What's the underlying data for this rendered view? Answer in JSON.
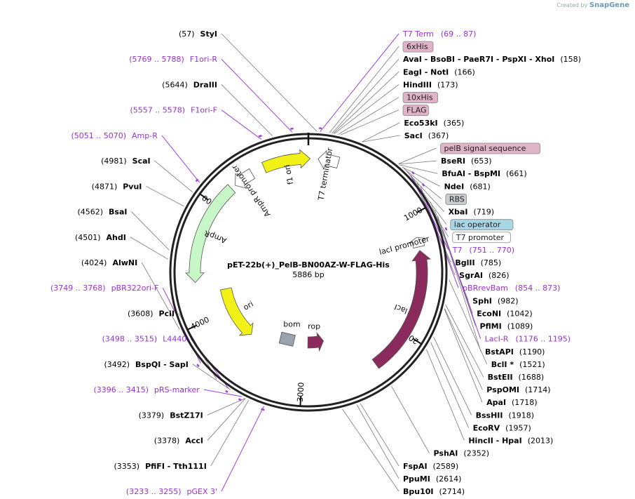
{
  "credit": {
    "prefix": "Created by",
    "brand": "SnapGene"
  },
  "plasmid": {
    "name": "pET-22b(+)_PelB-BN00AZ-W-FLAG-His",
    "size": "5886 bp",
    "length": 5886
  },
  "ticks": [
    {
      "label": "1000",
      "pos": 1000
    },
    {
      "label": "2000",
      "pos": 2000
    },
    {
      "label": "3000",
      "pos": 3000
    },
    {
      "label": "4000",
      "pos": 4000
    },
    {
      "label": "5000",
      "pos": 5000
    }
  ],
  "features": [
    {
      "name": "f1 ori",
      "start": 5510,
      "end": 5900,
      "color": "#f2f218",
      "dir": 1,
      "lane": 0
    },
    {
      "name": "AmpR promoter",
      "start": 5230,
      "end": 5400,
      "color": "#ffffff",
      "dir": -1,
      "lane": 0
    },
    {
      "name": "AmpR",
      "start": 4330,
      "end": 5190,
      "color": "#c8f8c8",
      "dir": -1,
      "lane": 0
    },
    {
      "name": "ori",
      "start": 3640,
      "end": 4230,
      "color": "#f2f218",
      "dir": -1,
      "lane": 1
    },
    {
      "name": "bom",
      "start": 3160,
      "end": 3300,
      "color": "#9aa3ad",
      "dir": 0,
      "lane": 2
    },
    {
      "name": "rop",
      "start": 2740,
      "end": 2950,
      "color": "#8b2a5c",
      "dir": -1,
      "lane": 2
    },
    {
      "name": "lacI",
      "start": 1290,
      "end": 2350,
      "color": "#8b2a5c",
      "dir": -1,
      "lane": 0
    },
    {
      "name": "lacI promoter",
      "start": 1180,
      "end": 1260,
      "color": "#ffffff",
      "dir": -1,
      "lane": 0
    },
    {
      "name": "T7 terminator",
      "start": 80,
      "end": 250,
      "color": "#ffffff",
      "dir": -1,
      "lane": 0
    }
  ],
  "primers": [
    {
      "name": "F1ori-R",
      "start": 5769,
      "end": 5788
    },
    {
      "name": "F1ori-F",
      "start": 5557,
      "end": 5578
    },
    {
      "name": "Amp-R",
      "start": 5051,
      "end": 5070
    },
    {
      "name": "T7 Term",
      "start": 69,
      "end": 87
    },
    {
      "name": "T7",
      "start": 751,
      "end": 770
    },
    {
      "name": "pBRrevBam",
      "start": 854,
      "end": 873
    },
    {
      "name": "LacI-R",
      "start": 1176,
      "end": 1195
    },
    {
      "name": "pBR322ori-F",
      "start": 3749,
      "end": 3768
    },
    {
      "name": "L4440",
      "start": 3498,
      "end": 3515
    },
    {
      "name": "pRS-marker",
      "start": 3396,
      "end": 3415
    },
    {
      "name": "pGEX 3'",
      "start": 3233,
      "end": 3255
    }
  ],
  "labels_left": [
    {
      "kind": "primer",
      "text": "F1ori-R",
      "range": "(5769 .. 5788)",
      "pos": 5778
    },
    {
      "kind": "site",
      "text": "DraIII",
      "num": "(5644)",
      "pos": 5644
    },
    {
      "kind": "primer",
      "text": "F1ori-F",
      "range": "(5557 .. 5578)",
      "pos": 5567
    },
    {
      "kind": "primer",
      "text": "Amp-R",
      "range": "(5051 .. 5070)",
      "pos": 5060
    },
    {
      "kind": "site",
      "text": "ScaI",
      "num": "(4981)",
      "pos": 4981
    },
    {
      "kind": "site",
      "text": "PvuI",
      "num": "(4871)",
      "pos": 4871
    },
    {
      "kind": "site",
      "text": "BsaI",
      "num": "(4562)",
      "pos": 4562
    },
    {
      "kind": "site",
      "text": "AhdI",
      "num": "(4501)",
      "pos": 4501
    },
    {
      "kind": "site",
      "text": "AlwNI",
      "num": "(4024)",
      "pos": 4024
    },
    {
      "kind": "primer",
      "text": "pBR322ori-F",
      "range": "(3749 .. 3768)",
      "pos": 3758
    },
    {
      "kind": "site",
      "text": "PciI",
      "num": "(3608)",
      "pos": 3608
    },
    {
      "kind": "primer",
      "text": "L4440",
      "range": "(3498 .. 3515)",
      "pos": 3506
    },
    {
      "kind": "site",
      "text": "BspQI  -  SapI",
      "num": "(3492)",
      "pos": 3492
    },
    {
      "kind": "primer",
      "text": "pRS-marker",
      "range": "(3396 .. 3415)",
      "pos": 3405
    },
    {
      "kind": "site",
      "text": "BstZ17I",
      "num": "(3379)",
      "pos": 3379
    },
    {
      "kind": "site",
      "text": "AccI",
      "num": "(3378)",
      "pos": 3378
    },
    {
      "kind": "site",
      "text": "PfiFI  -  Tth111I",
      "num": "(3353)",
      "pos": 3353
    },
    {
      "kind": "primer",
      "text": "pGEX 3'",
      "range": "(3233 .. 3255)",
      "pos": 3244
    },
    {
      "kind": "site",
      "text": "StyI",
      "num": "(57)",
      "pos": 57
    }
  ],
  "labels_right": [
    {
      "kind": "primer",
      "text": "T7 Term",
      "range": "(69 .. 87)",
      "pos": 78
    },
    {
      "kind": "box",
      "text": "6xHis",
      "color": "#e0b4c8",
      "pos": 140
    },
    {
      "kind": "site",
      "text": "AvaI  -  BsoBI  -  PaeR7I  -  PspXI  -  XhoI",
      "num": "(158)",
      "pos": 158
    },
    {
      "kind": "site",
      "text": "EagI  -  NotI",
      "num": "(166)",
      "pos": 166
    },
    {
      "kind": "site",
      "text": "HindIII",
      "num": "(173)",
      "pos": 173
    },
    {
      "kind": "box",
      "text": "10xHis",
      "color": "#e0b4c8",
      "pos": 200
    },
    {
      "kind": "box",
      "text": "FLAG",
      "color": "#e0b4c8",
      "pos": 215
    },
    {
      "kind": "site",
      "text": "Eco53kI",
      "num": "(365)",
      "pos": 365
    },
    {
      "kind": "site",
      "text": "SacI",
      "num": "(367)",
      "pos": 367
    },
    {
      "kind": "box",
      "text": "pelB signal sequence",
      "color": "#e0b4c8",
      "pos": 650
    },
    {
      "kind": "site",
      "text": "BseRI",
      "num": "(653)",
      "pos": 653
    },
    {
      "kind": "site",
      "text": "BfuAI  -  BspMI",
      "num": "(661)",
      "pos": 661
    },
    {
      "kind": "site",
      "text": "NdeI",
      "num": "(681)",
      "pos": 681
    },
    {
      "kind": "box",
      "text": "RBS",
      "color": "#c8ccd0",
      "pos": 695
    },
    {
      "kind": "site",
      "text": "XbaI",
      "num": "(719)",
      "pos": 719
    },
    {
      "kind": "box",
      "text": "lac operator",
      "color": "#a9d6e4",
      "pos": 740
    },
    {
      "kind": "box",
      "text": "T7 promoter",
      "color": "#ffffff",
      "pos": 760
    },
    {
      "kind": "primer",
      "text": "T7",
      "range": "(751 .. 770)",
      "pos": 760
    },
    {
      "kind": "site",
      "text": "BglII",
      "num": "(785)",
      "pos": 785
    },
    {
      "kind": "site",
      "text": "SgrAI",
      "num": "(826)",
      "pos": 826
    },
    {
      "kind": "primer",
      "text": "pBRrevBam",
      "range": "(854 .. 873)",
      "pos": 863
    },
    {
      "kind": "site",
      "text": "SphI",
      "num": "(982)",
      "pos": 982
    },
    {
      "kind": "site",
      "text": "EcoNI",
      "num": "(1042)",
      "pos": 1042
    },
    {
      "kind": "site",
      "text": "PflMI",
      "num": "(1089)",
      "pos": 1089
    },
    {
      "kind": "site",
      "text": "BstAPI",
      "num": "(1190)",
      "pos": 1190
    },
    {
      "kind": "primer",
      "text": "LacI-R",
      "range": "(1176 .. 1195)",
      "pos": 1185
    },
    {
      "kind": "site",
      "text": "BclI *",
      "num": "(1521)",
      "pos": 1521
    },
    {
      "kind": "site",
      "text": "BstEII",
      "num": "(1688)",
      "pos": 1688
    },
    {
      "kind": "site",
      "text": "PspOMI",
      "num": "(1714)",
      "pos": 1714
    },
    {
      "kind": "site",
      "text": "ApaI",
      "num": "(1718)",
      "pos": 1718
    },
    {
      "kind": "site",
      "text": "BssHII",
      "num": "(1918)",
      "pos": 1918
    },
    {
      "kind": "site",
      "text": "EcoRV",
      "num": "(1957)",
      "pos": 1957
    },
    {
      "kind": "site",
      "text": "HincII  -  HpaI",
      "num": "(2013)",
      "pos": 2013
    },
    {
      "kind": "site",
      "text": "PshAI",
      "num": "(2352)",
      "pos": 2352
    },
    {
      "kind": "site",
      "text": "FspAI",
      "num": "(2589)",
      "pos": 2589
    },
    {
      "kind": "site",
      "text": "PpuMI",
      "num": "(2614)",
      "pos": 2614
    },
    {
      "kind": "site",
      "text": "Bpu10I",
      "num": "(2714)",
      "pos": 2714
    }
  ]
}
